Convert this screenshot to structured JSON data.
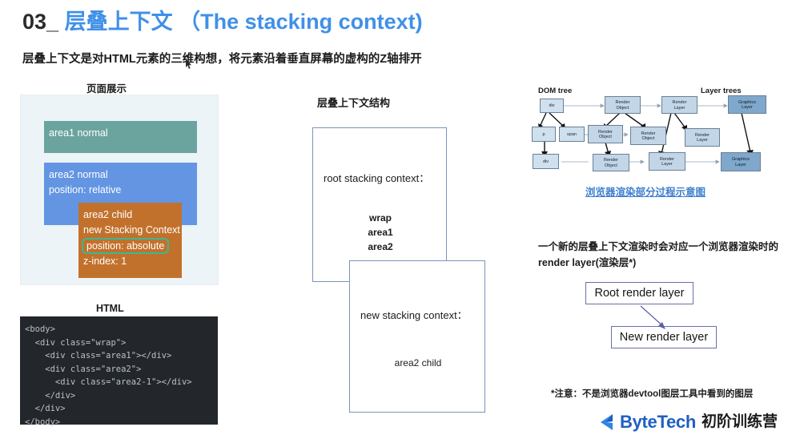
{
  "heading": {
    "number": "03_",
    "cn": " 层叠上下文 ",
    "en": "（The stacking context)",
    "accent_color": "#4090e8"
  },
  "subtitle": "层叠上下文是对HTML元素的三维构想，将元素沿着垂直屏幕的虚构的Z轴排开",
  "left_panel": {
    "caption": "页面展示",
    "html_caption": "HTML",
    "boxes": [
      {
        "name": "area1",
        "color": "#6ba49f",
        "lines": [
          "area1 normal"
        ]
      },
      {
        "name": "area2",
        "color": "#6395e3",
        "lines": [
          "area2 normal",
          "position: relative"
        ]
      },
      {
        "name": "area2-child",
        "color": "#c2712c",
        "lines": [
          "area2 child",
          "new Stacking Context",
          "position: absolute",
          "z-index: 1"
        ],
        "highlight_line": "position: absolute",
        "highlight_color": "#3bb795"
      }
    ],
    "code_lines": [
      "<body>",
      "  <div class=\"wrap\">",
      "    <div class=\"area1\"></div>",
      "    <div class=\"area2\">",
      "      <div class=\"area2-1\"></div>",
      "    </div>",
      "  </div>",
      "</body>"
    ]
  },
  "middle_panel": {
    "caption": "层叠上下文结构",
    "root_context": {
      "title": "root stacking context：",
      "items": [
        "wrap",
        "area1",
        "area2"
      ]
    },
    "new_context": {
      "title": "new stacking context：",
      "items": [
        "area2 child"
      ]
    }
  },
  "right_panel": {
    "dom_tree_label": "DOM tree",
    "layer_trees_label": "Layer trees",
    "dom_nodes": [
      "div",
      "p",
      "span",
      "div"
    ],
    "render_object_label": "Render\nObject",
    "render_layer_label": "Render\nLayer",
    "graphics_layer_label": "Graphics\nLayer",
    "image_caption": "浏览器渲染部分过程示意图",
    "paragraph": "一个新的层叠上下文渲染时会对应一个浏览器渲染时的render layer(渲染层*)",
    "root_render_layer": "Root render layer",
    "new_render_layer": "New render layer",
    "note": "*注意：不是浏览器devtool图层工具中看到的图层"
  },
  "footer": {
    "brand": "ByteTech",
    "camp": "初阶训练营",
    "brand_color": "#1f5fc4"
  }
}
